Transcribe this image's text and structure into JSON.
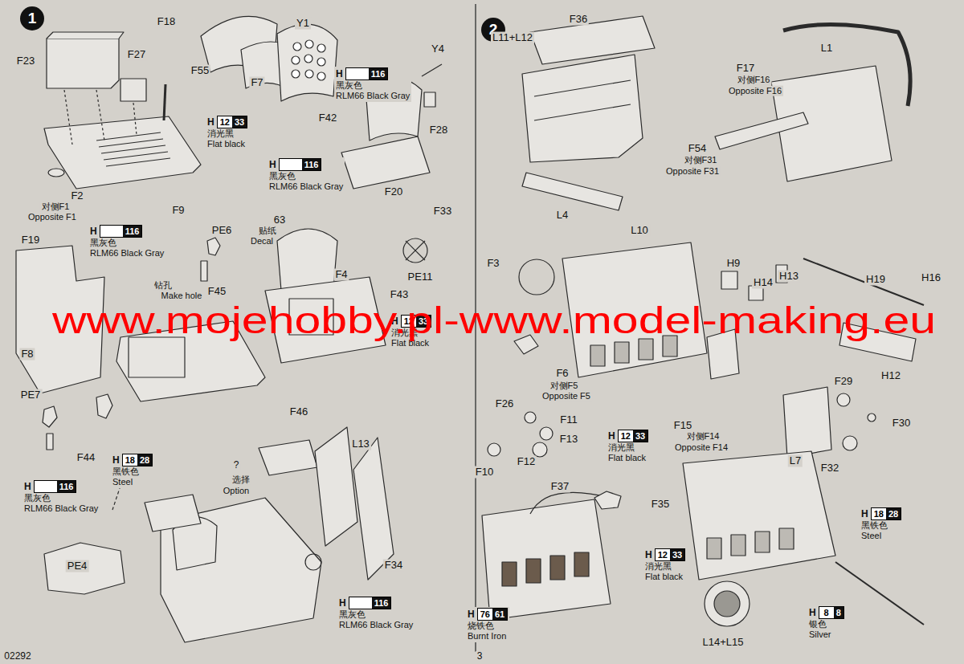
{
  "diagram": {
    "nodes": [
      {
        "text": [
          "1"
        ]
      },
      {
        "text": [
          "H",
          "12",
          "33",
          "消光黑",
          "Flat black"
        ]
      },
      {
        "text": [
          "H",
          "116",
          "黑灰色",
          "RLM66 Black Gray"
        ]
      },
      {
        "text": [
          "H",
          "116",
          "黑灰色",
          "RLM66 Black Gray"
        ]
      },
      {
        "text": [
          "H",
          "116",
          "黑灰色",
          "RLM66 Black Gray"
        ]
      },
      {
        "text": [
          "H",
          "18",
          "28",
          "黑铁色",
          "Steel"
        ]
      },
      {
        "text": [
          "H",
          "116",
          "黑灰色",
          "RLM66 Black Gray"
        ]
      },
      {
        "text": [
          "H",
          "12",
          "33",
          "消光黑",
          "Flat black"
        ]
      },
      {
        "text": [
          "H",
          "116",
          "黑灰色",
          "RLM66 Black Gray"
        ]
      },
      {
        "text": [
          "2"
        ]
      },
      {
        "text": [
          "H",
          "12",
          "33",
          "消光黑",
          "Flat black"
        ]
      },
      {
        "text": [
          "H",
          "12",
          "33",
          "消光黑",
          "Flat black"
        ]
      },
      {
        "text": [
          "H",
          "18",
          "28",
          "黑铁色",
          "Steel"
        ]
      },
      {
        "text": [
          "H",
          "76",
          "61",
          "烧铁色",
          "Burnt Iron"
        ]
      },
      {
        "text": [
          "H",
          "8",
          "8",
          "银色",
          "Silver"
        ]
      }
    ],
    "labels": [
      "F23",
      "F27",
      "F18",
      "Y1",
      "F55",
      "F7",
      "F42",
      "Y4",
      "F28",
      "F2",
      "对侧F1",
      "Opposite F1",
      "F9",
      "F20",
      "F19",
      "PE6",
      "63",
      "贴纸",
      "Decal",
      "F33",
      "钻孔",
      "Make hole",
      "F45",
      "F4",
      "PE11",
      "F43",
      "F8",
      "PE7",
      "F44",
      "F46",
      "L13",
      "?",
      "选择",
      "Option",
      "F34",
      "PE4",
      "www.mojehobby.pl-www.model-making.eu",
      "F36",
      "L11+L12",
      "L1",
      "F17",
      "对侧F16",
      "Opposite F16",
      "F54",
      "对侧F31",
      "Opposite F31",
      "L4",
      "L10",
      "F3",
      "H9",
      "H14",
      "H13",
      "H19",
      "H16",
      "F6",
      "对侧F5",
      "Opposite F5",
      "H12",
      "F29",
      "F26",
      "F11",
      "F30",
      "F15",
      "对侧F14",
      "Opposite F14",
      "F13",
      "L7",
      "F12",
      "F32",
      "F10",
      "F37",
      "F35",
      "L14+L15",
      "02292",
      "3"
    ]
  }
}
